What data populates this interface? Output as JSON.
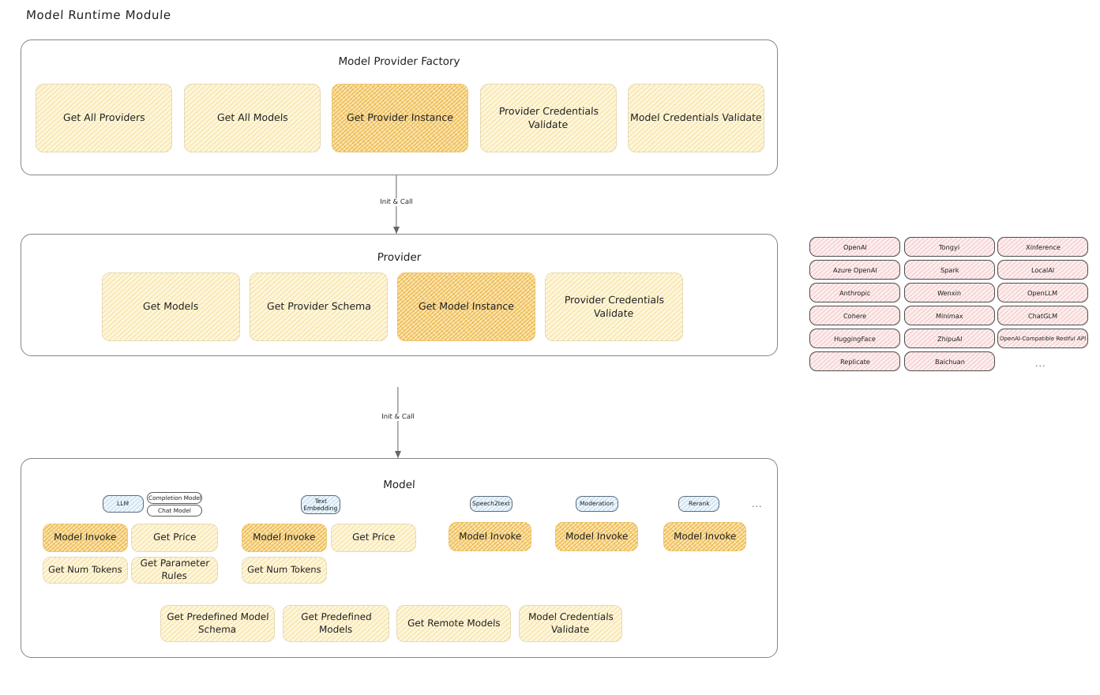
{
  "page": {
    "title": "Model Runtime Module"
  },
  "factory": {
    "title": "Model Provider Factory",
    "methods": [
      {
        "label": "Get All Providers",
        "highlighted": false
      },
      {
        "label": "Get All Models",
        "highlighted": false
      },
      {
        "label": "Get Provider Instance",
        "highlighted": true
      },
      {
        "label": "Provider Credentials Validate",
        "highlighted": false
      },
      {
        "label": "Model Credentials Validate",
        "highlighted": false
      }
    ]
  },
  "connector_1": {
    "label": "Init & Call"
  },
  "provider": {
    "title": "Provider",
    "methods": [
      {
        "label": "Get Models",
        "highlighted": false
      },
      {
        "label": "Get Provider Schema",
        "highlighted": false
      },
      {
        "label": "Get Model Instance",
        "highlighted": true
      },
      {
        "label": "Provider Credentials Validate",
        "highlighted": false
      }
    ]
  },
  "provider_list": {
    "columns": [
      [
        "OpenAI",
        "Azure OpenAI",
        "Anthropic",
        "Cohere",
        "HuggingFace",
        "Replicate"
      ],
      [
        "Tongyi",
        "Spark",
        "Wenxin",
        "Minimax",
        "ZhipuAI",
        "Baichuan"
      ],
      [
        "Xinference",
        "LocalAI",
        "OpenLLM",
        "ChatGLM",
        "OpenAI-Compatible Restful API"
      ]
    ],
    "more": "..."
  },
  "connector_2": {
    "label": "Init & Call"
  },
  "model": {
    "title": "Model",
    "more": "...",
    "groups": [
      {
        "tag": "LLM",
        "subtags": [
          "Completion Model",
          "Chat Model"
        ],
        "methods": [
          {
            "label": "Model Invoke",
            "highlighted": true
          },
          {
            "label": "Get Price",
            "highlighted": false
          },
          {
            "label": "Get Num Tokens",
            "highlighted": false
          },
          {
            "label": "Get Parameter Rules",
            "highlighted": false
          }
        ]
      },
      {
        "tag": "Text Embedding",
        "subtags": [],
        "methods": [
          {
            "label": "Model Invoke",
            "highlighted": true
          },
          {
            "label": "Get Price",
            "highlighted": false
          },
          {
            "label": "Get Num Tokens",
            "highlighted": false
          }
        ]
      },
      {
        "tag": "Speech2text",
        "subtags": [],
        "methods": [
          {
            "label": "Model Invoke",
            "highlighted": true
          }
        ]
      },
      {
        "tag": "Moderation",
        "subtags": [],
        "methods": [
          {
            "label": "Model Invoke",
            "highlighted": true
          }
        ]
      },
      {
        "tag": "Rerank",
        "subtags": [],
        "methods": [
          {
            "label": "Model Invoke",
            "highlighted": true
          }
        ]
      }
    ],
    "shared_methods": [
      "Get Predefined Model Schema",
      "Get Predefined Models",
      "Get Remote Models",
      "Model Credentials Validate"
    ]
  },
  "colors": {
    "accent_yellow": "#fdf6dd",
    "accent_yellow_strong": "#fae6b4",
    "provider_pink": "#fdeeee",
    "tag_blue": "#eef6fc",
    "stroke": "#868686",
    "text": "#1e1e1e"
  }
}
